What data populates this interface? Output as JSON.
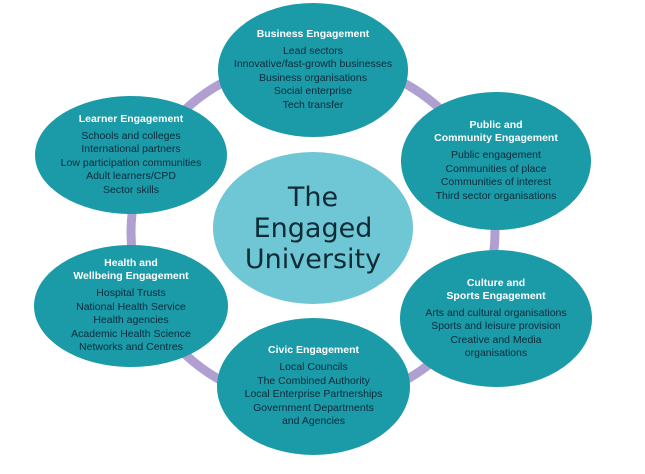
{
  "diagram": {
    "center": {
      "lines": [
        "The",
        "Engaged",
        "University"
      ]
    },
    "ring_color": "#b0a0d2",
    "node_color": "#1b9aa8",
    "center_color": "#6fc6d4",
    "nodes": [
      {
        "id": "business",
        "title": [
          "Business Engagement"
        ],
        "items": [
          "Lead sectors",
          "Innovative/fast-growth businesses",
          "Business organisations",
          "Social enterprise",
          "Tech transfer"
        ]
      },
      {
        "id": "public",
        "title": [
          "Public and",
          "Community Engagement"
        ],
        "items": [
          "Public engagement",
          "Communities of place",
          "Communities of interest",
          "Third sector organisations"
        ]
      },
      {
        "id": "culture",
        "title": [
          "Culture and",
          "Sports Engagement"
        ],
        "items": [
          "Arts and cultural organisations",
          "Sports and leisure provision",
          "Creative and Media",
          "organisations"
        ]
      },
      {
        "id": "civic",
        "title": [
          "Civic Engagement"
        ],
        "items": [
          "Local Councils",
          "The Combined Authority",
          "Local Enterprise Partnerships",
          "Government Departments",
          "and Agencies"
        ]
      },
      {
        "id": "health",
        "title": [
          "Health and",
          "Wellbeing Engagement"
        ],
        "items": [
          "Hospital Trusts",
          "National Health Service",
          "Health agencies",
          "Academic Health Science",
          "Networks and Centres"
        ]
      },
      {
        "id": "learner",
        "title": [
          "Learner Engagement"
        ],
        "items": [
          "Schools and colleges",
          "International partners",
          "Low participation communities",
          "Adult learners/CPD",
          "Sector skills"
        ]
      }
    ]
  }
}
